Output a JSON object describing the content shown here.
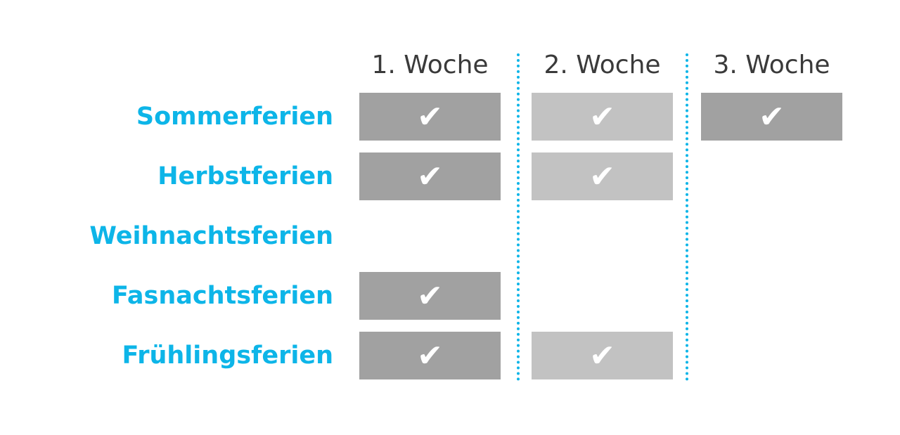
{
  "weeks": [
    "1. Woche",
    "2. Woche",
    "3. Woche"
  ],
  "check_icon": "✔",
  "colors": {
    "label": "#0db5e8",
    "dark": "#a1a1a1",
    "light": "#c2c2c2",
    "separator": "#0db5e8"
  },
  "rows": [
    {
      "label": "Sommerferien",
      "cells": [
        "dark",
        "light",
        "dark"
      ]
    },
    {
      "label": "Herbstferien",
      "cells": [
        "dark",
        "light",
        null
      ]
    },
    {
      "label": "Weihnachtsferien",
      "cells": [
        null,
        null,
        null
      ]
    },
    {
      "label": "Fasnachtsferien",
      "cells": [
        "dark",
        null,
        null
      ]
    },
    {
      "label": "Frühlingsferien",
      "cells": [
        "dark",
        "light",
        null
      ]
    }
  ]
}
